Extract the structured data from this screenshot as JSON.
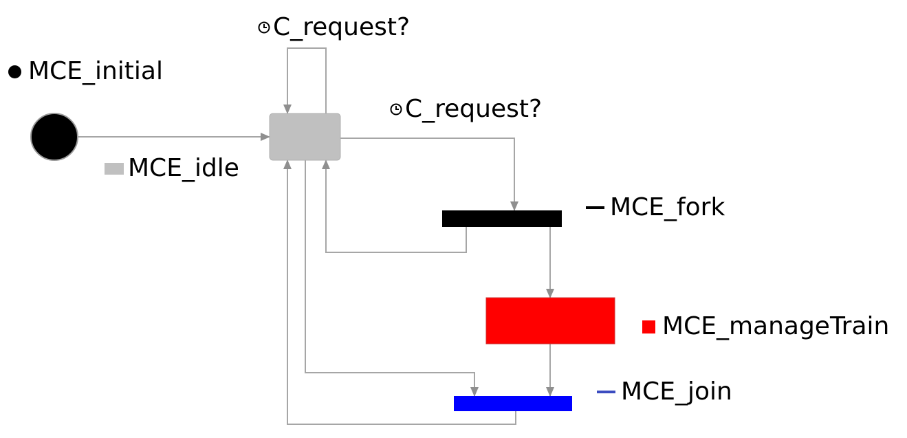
{
  "diagram": {
    "states": {
      "initial": {
        "label": "MCE_initial"
      },
      "idle": {
        "label": "MCE_idle",
        "color": "#c0c0c0"
      },
      "fork": {
        "label": "MCE_fork",
        "color": "#000000"
      },
      "manageTrain": {
        "label": "MCE_manageTrain",
        "color": "#ff0000"
      },
      "join": {
        "label": "MCE_join",
        "color": "#0000ff"
      }
    },
    "transitions": {
      "self_loop_guard": {
        "label": "C_request?",
        "icon": "clock-icon"
      },
      "idle_to_fork_guard": {
        "label": "C_request?",
        "icon": "clock-icon"
      }
    },
    "colors": {
      "edge": "#9e9e9e",
      "initial_node": "#000000"
    }
  }
}
